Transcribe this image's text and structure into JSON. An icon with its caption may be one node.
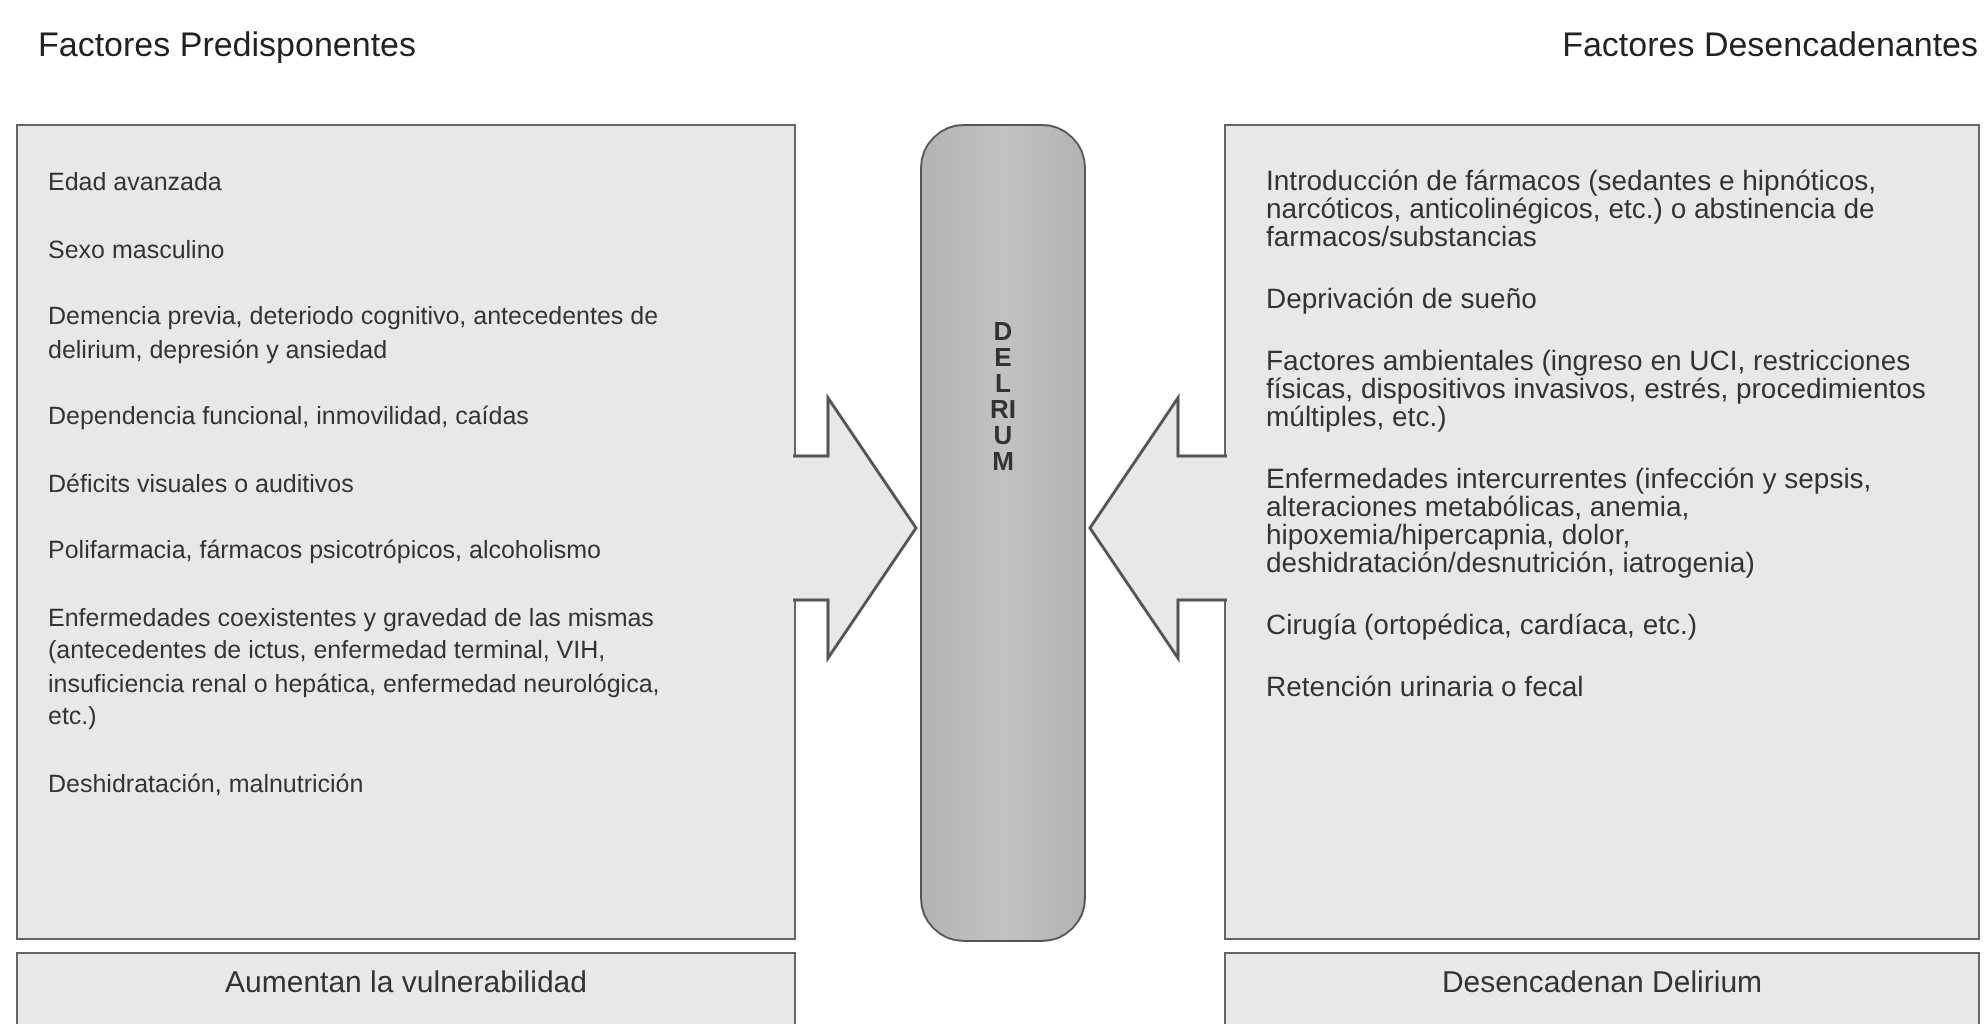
{
  "diagram": {
    "nodes": [
      {
        "text": [
          "Factores Predisponentes",
          "Edad avanzada",
          "Sexo masculino",
          "Demencia previa, deteriodo cognitivo, antecedentes de delirium, depresión y ansiedad",
          "Dependencia funcional, inmovilidad, caídas",
          "Déficits visuales o auditivos",
          "Polifarmacia, fármacos psicotrópicos, alcoholismo",
          "Enfermedades coexistentes y gravedad de las mismas (antecedentes de ictus, enfermedad terminal, VIH, insuficiencia renal o hepática, enfermedad neurológica, etc.)",
          "Deshidratación, malnutrición"
        ]
      },
      {
        "text": [
          "DELRIUM"
        ]
      },
      {
        "text": [
          "Factores Desencadenantes",
          "Introducción de fármacos (sedantes e hipnóticos, narcóticos, anticolinégicos, etc.) o abstinencia de farmacos/substancias",
          "Deprivación de sueño",
          "Factores ambientales (ingreso en UCI, restricciones físicas, dispositivos invasivos, estrés, procedimientos múltiples, etc.)",
          "Enfermedades intercurrentes (infección y sepsis, alteraciones metabólicas, anemia, hipoxemia/hipercapnia, dolor, deshidratación/desnutrición, iatrogenia)",
          "Cirugía (ortopédica, cardíaca, etc.)",
          "Retención urinaria o fecal"
        ]
      },
      {
        "text": [
          "Aumentan la vulnerabilidad"
        ]
      },
      {
        "text": [
          "Desencadenan Delirium"
        ]
      }
    ],
    "edges": [
      {
        "from": 0,
        "to": 1,
        "arrow": "to"
      },
      {
        "from": 2,
        "to": 1,
        "arrow": "to"
      }
    ]
  }
}
